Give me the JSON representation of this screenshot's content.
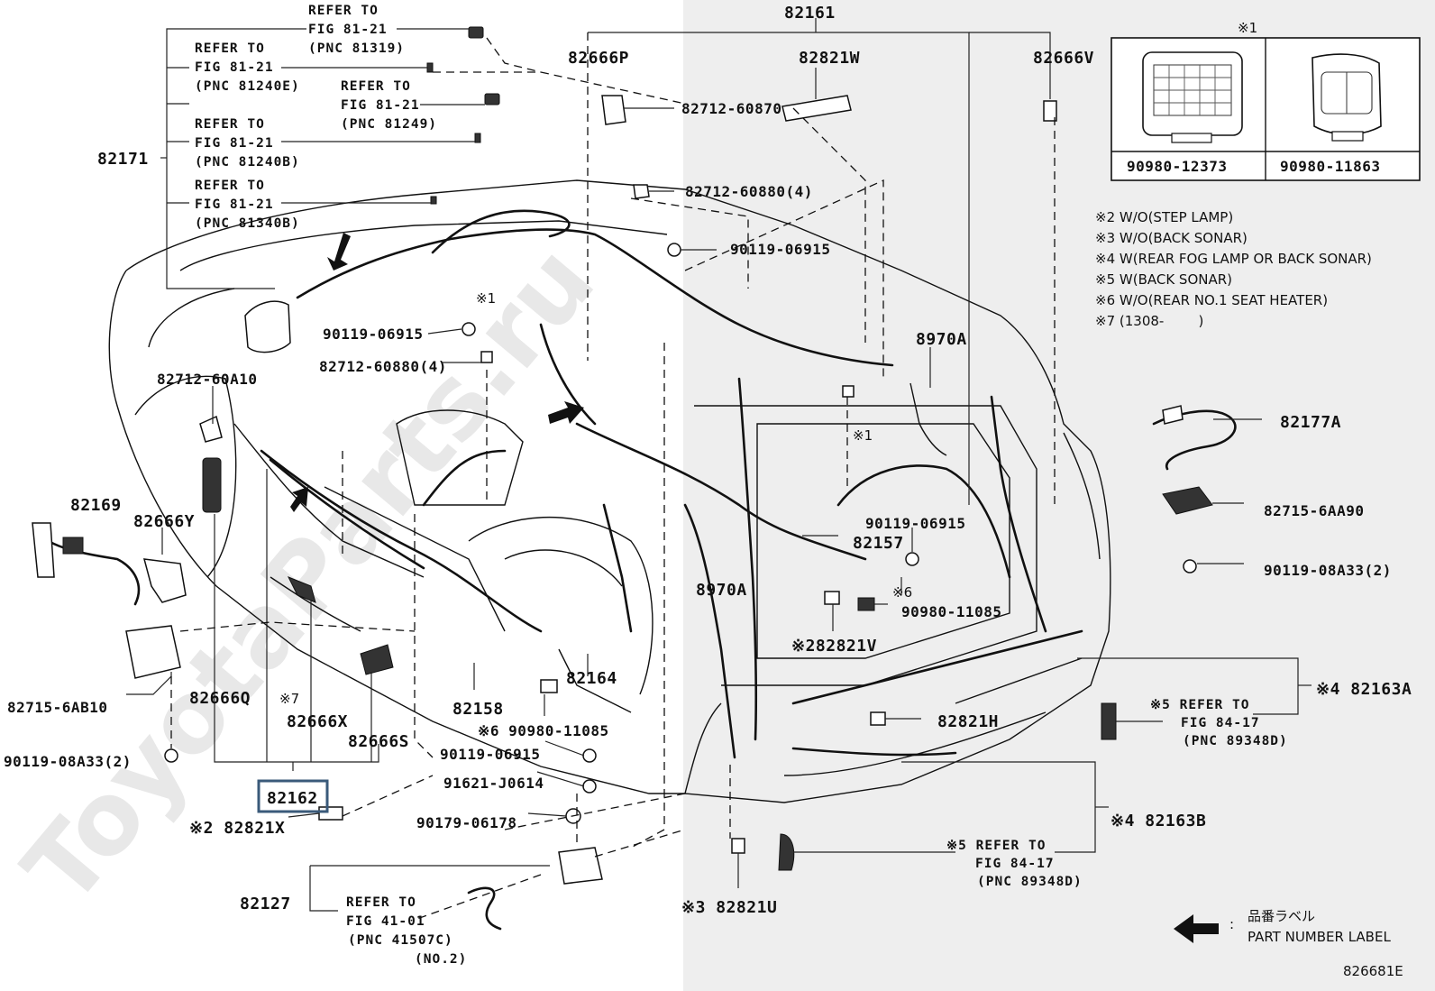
{
  "watermark": "ToyotaParts.ru",
  "figure_id": "826681E",
  "box_parts": [
    "90980-12373",
    "90980-11863"
  ],
  "box_mark": "※1",
  "notes": [
    "※2 W/O(STEP LAMP)",
    "※3 W/O(BACK SONAR)",
    "※4 W(REAR FOG LAMP OR BACK SONAR)",
    "※5 W(BACK SONAR)",
    "※6 W/O(REAR NO.1 SEAT HEATER)",
    "※7 (1308-        )"
  ],
  "legend": {
    "jp": "品番ラベル",
    "en": "PART NUMBER LABEL",
    "colon": ":"
  },
  "refs": {
    "r81319": [
      "REFER TO",
      "FIG 81-21",
      "(PNC 81319)"
    ],
    "r81240e": [
      "REFER TO",
      "FIG 81-21",
      "(PNC 81240E)"
    ],
    "r81249": [
      "REFER TO",
      "FIG 81-21",
      "(PNC 81249)"
    ],
    "r81240b": [
      "REFER TO",
      "FIG 81-21",
      "(PNC 81240B)"
    ],
    "r81340b": [
      "REFER TO",
      "FIG 81-21",
      "(PNC 81340B)"
    ],
    "r89348d_a": [
      "※5 REFER TO",
      "FIG 84-17",
      "(PNC 89348D)"
    ],
    "r89348d_b": [
      "※5 REFER TO",
      "FIG 84-17",
      "(PNC 89348D)"
    ],
    "r41507c": [
      "REFER TO",
      "FIG 41-01",
      "(PNC 41507C)",
      "(NO.2)"
    ]
  },
  "labels": {
    "p82161": "82161",
    "p82821w": "82821W",
    "p82666v": "82666V",
    "p82666p": "82666P",
    "p82171": "82171",
    "p82712_60870": "82712-60870",
    "p82712_60880_4a": "82712-60880(4)",
    "p90119_06915a": "90119-06915",
    "p90119_06915b": "90119-06915",
    "p82712_60880_4b": "82712-60880(4)",
    "p82712_60a10": "82712-60A10",
    "m1a": "※1",
    "m1b": "※1",
    "p8970a_a": "8970A",
    "p82177a": "82177A",
    "p82715_6aa90": "82715-6AA90",
    "p90119_08a33_2a": "90119-08A33(2)",
    "p82169": "82169",
    "p82666y": "82666Y",
    "p90119_06915c": "90119-06915",
    "p82157": "82157",
    "m6a": "※6",
    "p90980_11085a": "90980-11085",
    "p8970a_b": "8970A",
    "p82821v": "※282821V",
    "p82715_6ab10": "82715-6AB10",
    "p82666q": "82666Q",
    "m7": "※7",
    "p82666x": "82666X",
    "p82158": "82158",
    "p82164": "82164",
    "p82821h": "82821H",
    "p82163a": "※4 82163A",
    "p90119_08a33_2b": "90119-08A33(2)",
    "p82666s": "82666S",
    "p90980_11085b": "※6 90980-11085",
    "p90119_06915d": "90119-06915",
    "p91621_j0614": "91621-J0614",
    "p82162": "82162",
    "p82821x": "※2 82821X",
    "p90179_06178": "90179-06178",
    "p82163b": "※4 82163B",
    "p82127": "82127",
    "p82821u": "※3 82821U"
  }
}
